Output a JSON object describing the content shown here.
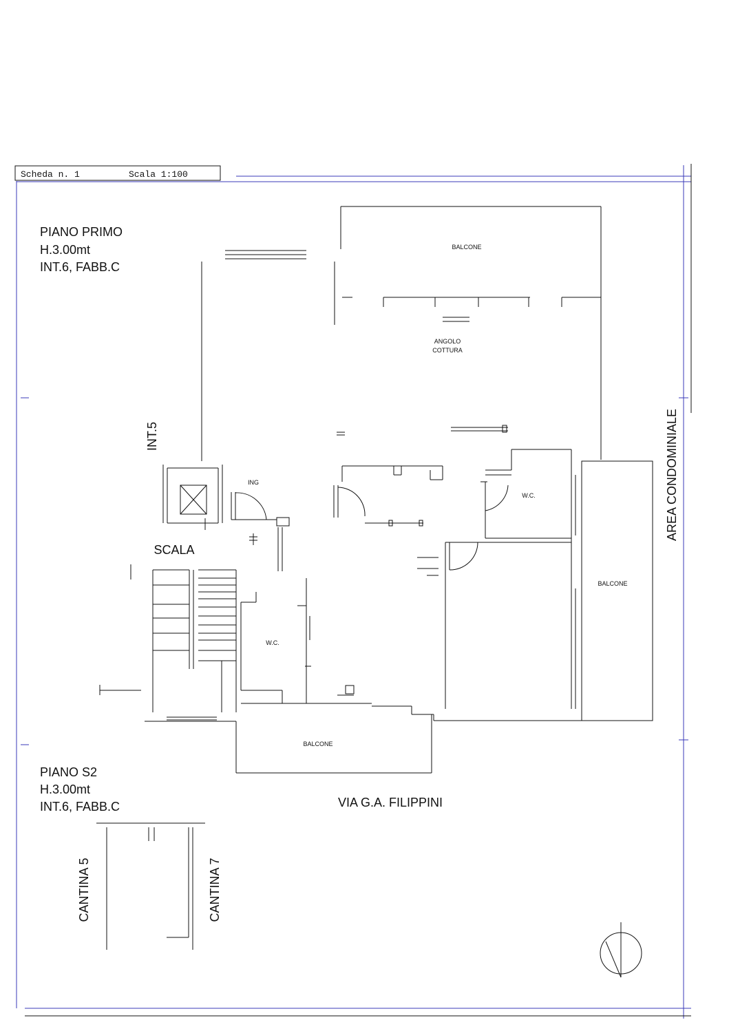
{
  "header": {
    "sheet": "Scheda n. 1",
    "scale": "Scala 1:100"
  },
  "first_floor": {
    "title": "PIANO PRIMO",
    "height": "H.3.00mt",
    "unit": "INT.6, FABB.C"
  },
  "basement": {
    "title": "PIANO S2",
    "height": "H.3.00mt",
    "unit": "INT.6, FABB.C"
  },
  "labels": {
    "balcony_top": "BALCONE",
    "kitchen_line1": "ANGOLO",
    "kitchen_line2": "COTTURA",
    "int5": "INT.5",
    "entrance": "ING",
    "wc_right": "W.C.",
    "wc_left": "W.C.",
    "stairs": "SCALA",
    "balcony_right": "BALCONE",
    "balcony_bottom": "BALCONE",
    "common_area": "AREA CONDOMINIALE",
    "street": "VIA G.A. FILIPPINI",
    "cellar_5": "CANTINA 5",
    "cellar_7": "CANTINA 7"
  }
}
